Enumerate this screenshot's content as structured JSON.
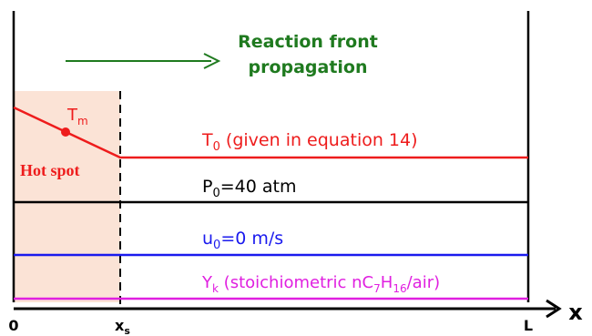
{
  "diagram": {
    "arrow_label_line1": "Reaction front",
    "arrow_label_line2": "propagation",
    "hot_spot_label": "Hot spot",
    "tm_label": {
      "main": "T",
      "sub": "m"
    },
    "t0_label": {
      "main": "T",
      "sub": "0",
      "rest": " (given in equation 14)"
    },
    "p0_label": {
      "main": "P",
      "sub": "0",
      "rest": "=40 atm"
    },
    "u0_label": {
      "main": "u",
      "sub": "0",
      "rest": "=0 m/s"
    },
    "yk_label": {
      "main": "Y",
      "sub": "k",
      "rest1": " (stoichiometric nC",
      "sub2": "7",
      "mid": "H",
      "sub3": "16",
      "rest2": "/air)"
    },
    "axis": {
      "origin": "0",
      "xs": {
        "main": "x",
        "sub": "s"
      },
      "L": "L",
      "x": "x"
    },
    "colors": {
      "temperature": "#ee1c1c",
      "pressure": "#000000",
      "velocity": "#1a1aee",
      "species": "#e020e0",
      "arrow_text": "#1f7a1f",
      "hot_spot_fill": "#fbe3d6"
    }
  }
}
